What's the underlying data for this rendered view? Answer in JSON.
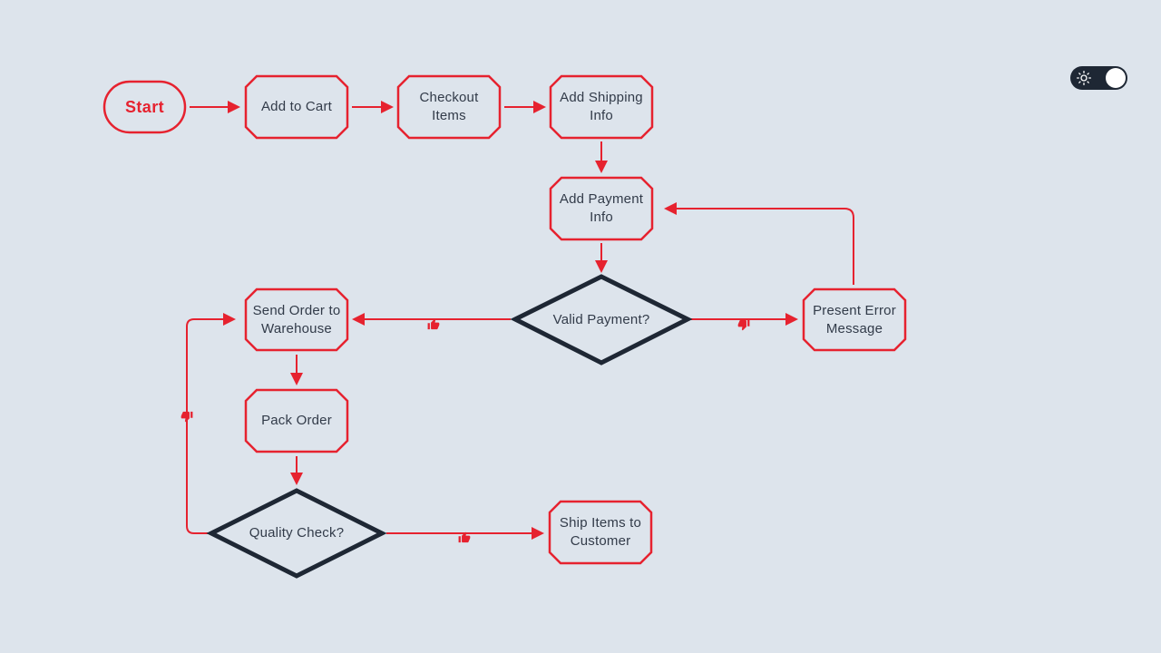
{
  "colors": {
    "bg": "#dde4ec",
    "accent": "#e6222f",
    "dark": "#1e2734",
    "text": "#323b49",
    "knob": "#ffffff"
  },
  "theme_toggle": {
    "state": "light",
    "icon": "sun-icon"
  },
  "flowchart": {
    "nodes": [
      {
        "id": "start",
        "type": "terminator",
        "label": "Start"
      },
      {
        "id": "add-to-cart",
        "type": "process",
        "label": "Add to Cart"
      },
      {
        "id": "checkout-items",
        "type": "process",
        "label": "Checkout Items"
      },
      {
        "id": "add-shipping-info",
        "type": "process",
        "label": "Add Shipping Info"
      },
      {
        "id": "add-payment-info",
        "type": "process",
        "label": "Add Payment Info"
      },
      {
        "id": "valid-payment",
        "type": "decision",
        "label": "Valid Payment?"
      },
      {
        "id": "present-error-message",
        "type": "process",
        "label": "Present Error Message"
      },
      {
        "id": "send-order-to-warehouse",
        "type": "process",
        "label": "Send Order to Warehouse"
      },
      {
        "id": "pack-order",
        "type": "process",
        "label": "Pack Order"
      },
      {
        "id": "quality-check",
        "type": "decision",
        "label": "Quality Check?"
      },
      {
        "id": "ship-items-to-customer",
        "type": "process",
        "label": "Ship Items to Customer"
      }
    ],
    "edges": [
      {
        "from": "start",
        "to": "add-to-cart"
      },
      {
        "from": "add-to-cart",
        "to": "checkout-items"
      },
      {
        "from": "checkout-items",
        "to": "add-shipping-info"
      },
      {
        "from": "add-shipping-info",
        "to": "add-payment-info"
      },
      {
        "from": "add-payment-info",
        "to": "valid-payment"
      },
      {
        "from": "valid-payment",
        "to": "send-order-to-warehouse",
        "marker": "thumbs-up-icon"
      },
      {
        "from": "valid-payment",
        "to": "present-error-message",
        "marker": "thumbs-down-icon"
      },
      {
        "from": "present-error-message",
        "to": "add-payment-info"
      },
      {
        "from": "send-order-to-warehouse",
        "to": "pack-order"
      },
      {
        "from": "pack-order",
        "to": "quality-check"
      },
      {
        "from": "quality-check",
        "to": "ship-items-to-customer",
        "marker": "thumbs-up-icon"
      },
      {
        "from": "quality-check",
        "to": "send-order-to-warehouse",
        "marker": "thumbs-down-icon"
      }
    ]
  }
}
